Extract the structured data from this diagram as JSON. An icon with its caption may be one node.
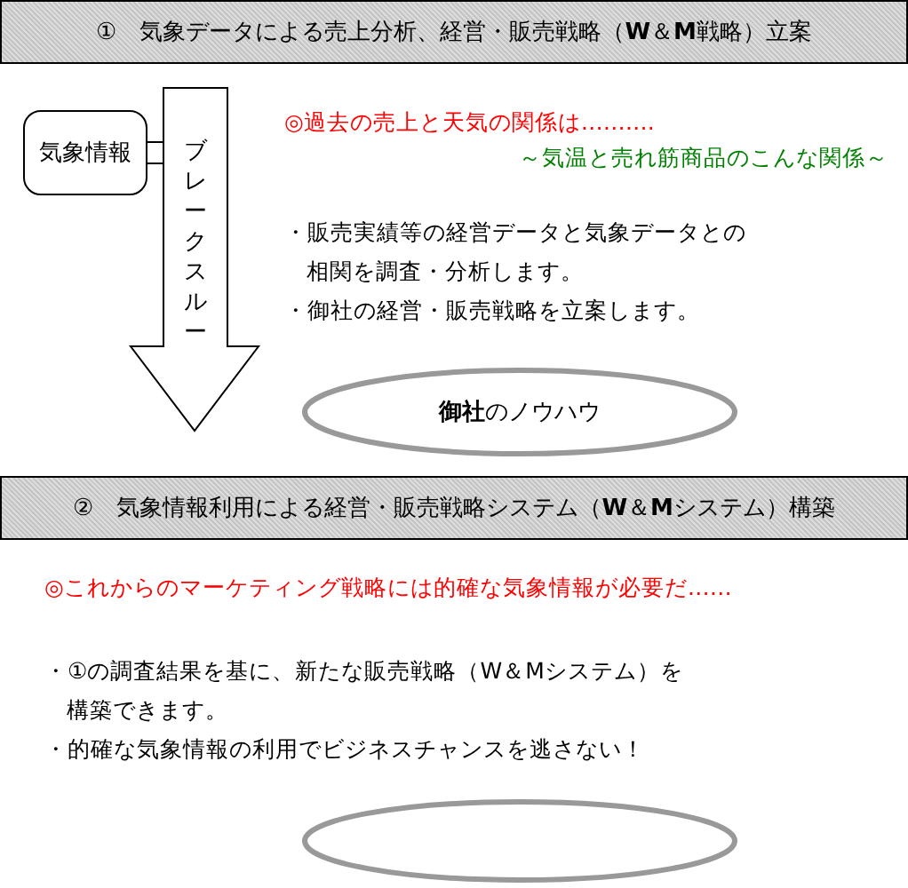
{
  "diagram": {
    "nodes": [
      {
        "text": [
          "①　気象データによる売上分析、経営・販売戦略（**W**＆**M**戦略）立案"
        ]
      },
      {
        "text": [
          "気象情報"
        ]
      },
      {
        "text": [
          "ブレークスルー"
        ]
      },
      {
        "text": [
          "**御社**のノウハウ"
        ]
      },
      {
        "text": [
          "②　気象情報利用による経営・販売戦略システム（**W**＆**M**システム）構築"
        ]
      },
      {
        "text": [],
        "shape": "ellipse"
      }
    ],
    "edges": [
      {
        "from": 1,
        "to": 2,
        "arrow": "none"
      },
      {
        "from": 1,
        "to": 2,
        "arrow": "none"
      }
    ],
    "labels": [
      "◎過去の売上と天気の関係は……….",
      "～気温と売れ筋商品のこんな関係～",
      "・販売実績等の経営データと気象データとの相関を調査・分析します。",
      "・御社の経営・販売戦略を立案します。",
      "◎これからのマーケティング戦略には的確な気象情報が必要だ……",
      "・①の調査結果を基に、新たな販売戦略（W＆Mシステム）を構築できます。",
      "・的確な気象情報の利用でビジネスチャンスを逃さない！"
    ]
  }
}
